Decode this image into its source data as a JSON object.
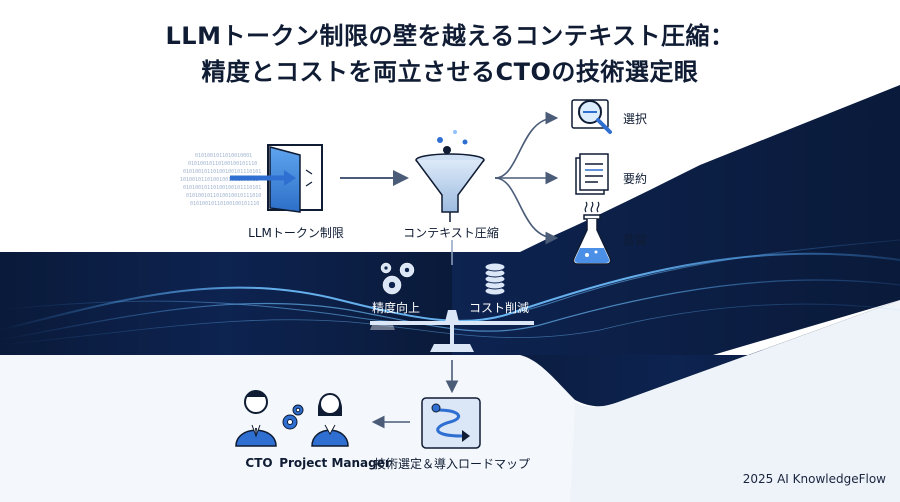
{
  "title": {
    "line1": "LLMトークン制限の壁を越えるコンテキスト圧縮：",
    "line2": "精度とコストを両立させるCTOの技術選定眼"
  },
  "nodes": {
    "token_limit": "LLMトークン制限",
    "context_compression": "コンテキスト圧縮",
    "selection": "選択",
    "summarization": "要約",
    "distillation": "蒸留",
    "accuracy_up": "精度向上",
    "cost_reduction": "コスト削減",
    "roadmap": "技術選定＆導入ロードマップ",
    "cto": "CTO",
    "project_manager": "Project Manager"
  },
  "footer": "2025 AI KnowledgeFlow",
  "colors": {
    "navy": "#0b1f44",
    "blue": "#2f6fd1",
    "light_blue": "#8fc2ff",
    "arrow": "#4a5c78"
  },
  "icons": [
    "door-icon",
    "funnel-icon",
    "magnifier-icon",
    "document-icon",
    "flask-icon",
    "gears-icon",
    "coins-icon",
    "balance-icon",
    "roadmap-icon",
    "people-icon"
  ]
}
